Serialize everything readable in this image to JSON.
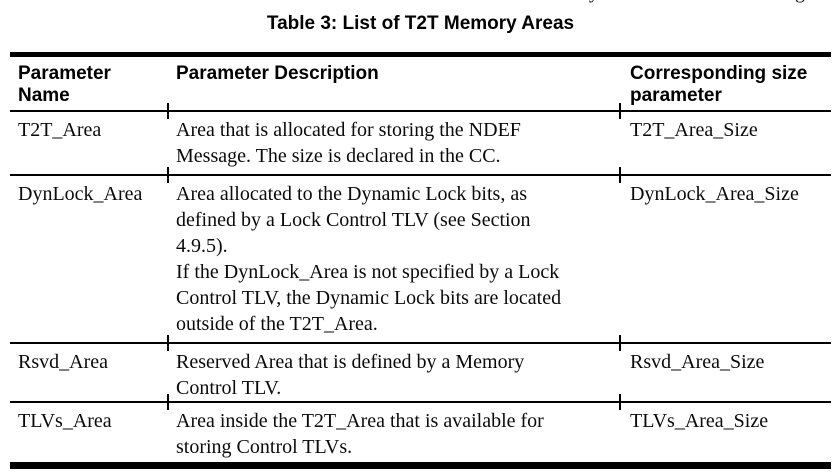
{
  "page": {
    "background": "#ffffff",
    "text_color": "#000000",
    "cropped_line_fragments": {
      "fragment1": "y",
      "fragment2": "g"
    }
  },
  "table": {
    "title": "Table 3: List of T2T Memory Areas",
    "columns": [
      {
        "label": "Parameter Name"
      },
      {
        "label": "Parameter Description"
      },
      {
        "label": "Corresponding size parameter"
      }
    ],
    "rows": [
      {
        "name": "T2T_Area",
        "description": "Area that is allocated for storing the NDEF Message. The size is declared in the CC.",
        "size_parameter": "T2T_Area_Size"
      },
      {
        "name": "DynLock_Area",
        "description": "Area allocated to the Dynamic Lock bits, as defined by a Lock Control TLV (see Section 4.9.5).\nIf the DynLock_Area is not specified by a Lock Control TLV, the Dynamic Lock bits are located outside of the T2T_Area.",
        "size_parameter": "DynLock_Area_Size"
      },
      {
        "name": "Rsvd_Area",
        "description": "Reserved Area that is defined by a Memory Control TLV.",
        "size_parameter": "Rsvd_Area_Size"
      },
      {
        "name": "TLVs_Area",
        "description": "Area inside the T2T_Area that is available for storing Control TLVs.",
        "size_parameter": "TLVs_Area_Size"
      }
    ]
  }
}
